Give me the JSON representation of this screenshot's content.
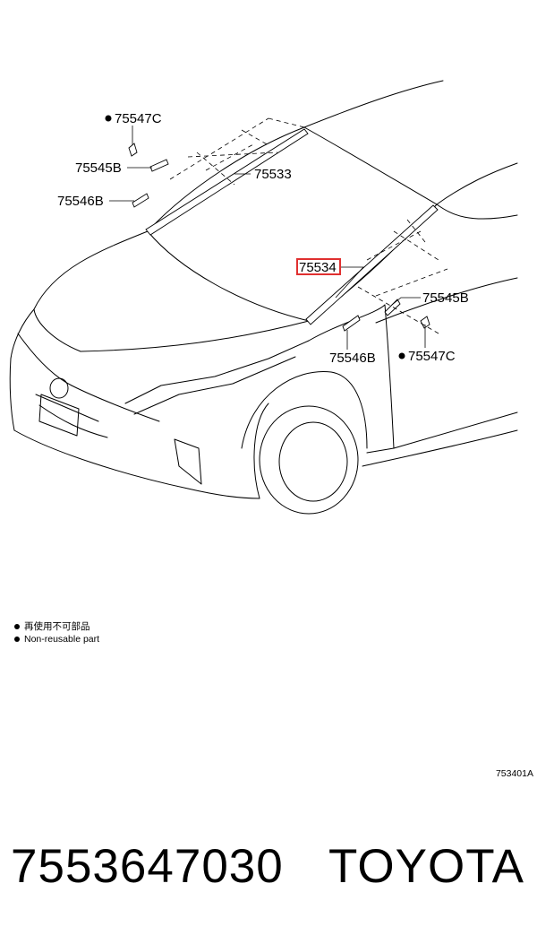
{
  "callouts": {
    "c1": "75547C",
    "c2": "75545B",
    "c3": "75546B",
    "c4": "75533",
    "c5": "75534",
    "c6": "75545B",
    "c7": "75546B",
    "c8": "75547C"
  },
  "highlight_color": "#e03030",
  "legend": {
    "line1": "再使用不可部品",
    "line2": "Non-reusable part"
  },
  "ref_code": "753401A",
  "part_number": "7553647030",
  "brand": "TOYOTA"
}
